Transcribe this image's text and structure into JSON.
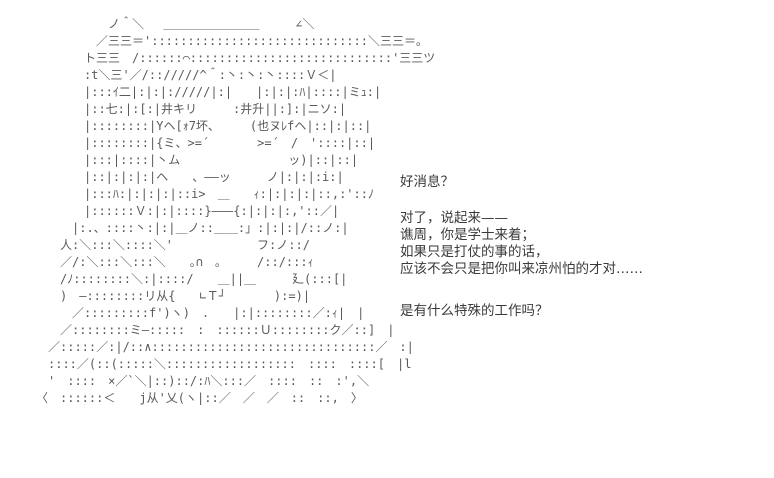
{
  "colors": {
    "background": "#ffffff",
    "ascii_art": "#5a5a5a",
    "dialogue_text": "#3a3a3a"
  },
  "ascii_art": {
    "description": "emperor-character-with-crown-ascii-art",
    "lines": [
      "　　　　　　ノ＾＼　 ＿＿＿＿＿＿＿＿　　　∠＼",
      "　　　　　／三三＝'::::::::::::::::::::::::::::::＼三三＝｡",
      "　　　　ト三三　/::::::⌒::::::::::::::::::::::::::::'三三ツ",
      "　　　　:t＼三'／/:://///^＾:丶:丶:丶::::Ｖ＜|",
      "　　　　|:::ｲ二|:|:|://///|:|　　|:|:|:ﾊ|::::|ミｭ:|",
      "　　　　|::七:|:[:|井キリ　　　:井升||:]:|ニソ:|",
      "　　　　|::::::::|Yヘ[ｫ7坏、　　　(也ヌﾚfヘ|::|:|::|",
      "　　　　|::::::::|{ミ、>=´　　　　>=´　/　'::::|::|",
      "　　　　|:::|::::|丶ム　　　　　　　　　ッ)|::|::|",
      "　　　　|::|:|:|:|ヘ　　、――ッ　　　ノ|:|:|:i:|",
      "　　　　|:::ﾊ:|:|:|:|::i>　＿　　ｨ:|:|:|:|::,:'::ﾉ",
      "　　　　|::::::Ｖ:|:|::::}―――{:|:|:|:,'::／|",
      "　　　|:.、::::丶:|:|＿ノ::＿＿:」:|:|:|/::ノ:|",
      "　　人:＼:::＼::::＼'　　　　　　　フ:ノ::/",
      "　　／/:＼:::＼:::＼　　｡∩　｡　　　/::/:::ｨ",
      "　　/ﾉ::::::::＼:|::::/　　＿||＿　　　廴(:::[|",
      "　　)　―::::::::リ从{　　∟Ｔ┘　　　　):=)|",
      "　　　／:::::::::f')ヽ)　.　　|:|::::::::／:ｨ|　|",
      "　　／::::::::ミ―:::::　:　::::::Ｕ::::::::ク／::]　|",
      "　／:::::／:|/::∧:::::::::::::::::::::::::::::::／　:|",
      "　::::／(::(:::::＼::::::::::::::::::　::::　::::[　|l",
      "　'　::::　×／`＼|::)::/:ﾊ＼:::／　::::　::　:',＼",
      "〈　::::::＜　　j从'乂(ヽ|::／　／　／　::　::,　〉"
    ]
  },
  "dialogue": {
    "paragraphs": [
      {
        "lines": [
          "好消息？"
        ]
      },
      {
        "lines": [
          "对了，说起来——",
          "谯周，你是学士来着；",
          "如果只是打仗的事的话，",
          "应该不会只是把你叫来凉州怕的才对……"
        ]
      },
      {
        "lines": [
          "是有什么特殊的工作吗？"
        ]
      }
    ]
  }
}
